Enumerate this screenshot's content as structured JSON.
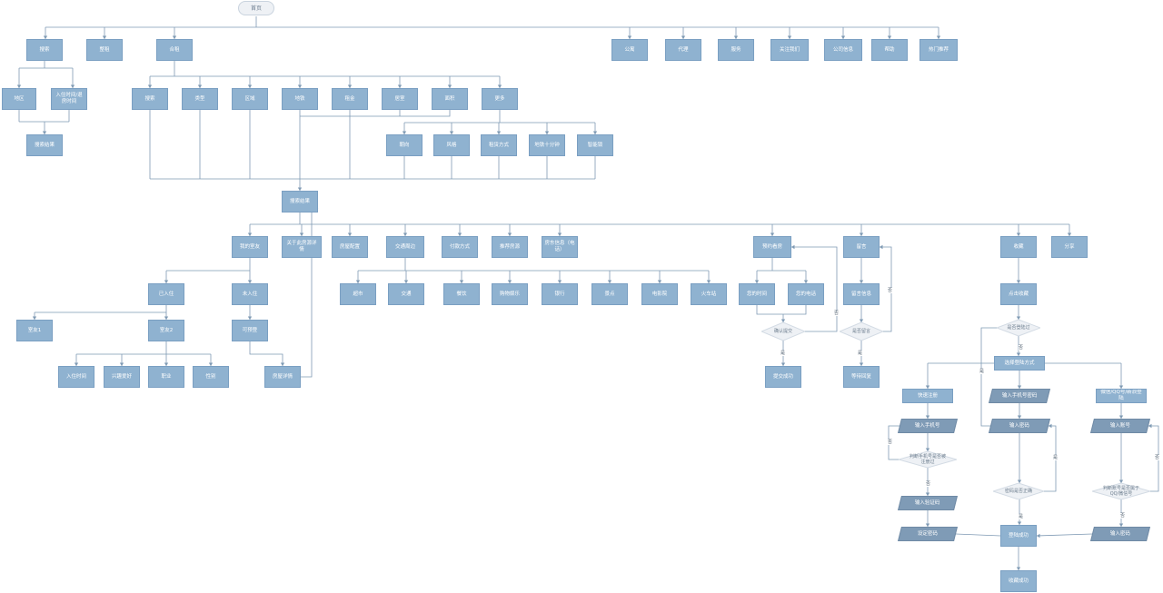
{
  "diagram": {
    "colors": {
      "node": "#8fb2d0",
      "node_dark": "#7f9bb6",
      "line": "#7f9ab4",
      "decision": "#eef1f5"
    },
    "nodes": [
      {
        "id": "home",
        "label": "首页",
        "kind": "home"
      },
      {
        "id": "search",
        "label": "搜索"
      },
      {
        "id": "rent",
        "label": "整租"
      },
      {
        "id": "share",
        "label": "合租"
      },
      {
        "id": "apartment",
        "label": "公寓"
      },
      {
        "id": "agent",
        "label": "代理"
      },
      {
        "id": "service",
        "label": "服务"
      },
      {
        "id": "about",
        "label": "关注我们"
      },
      {
        "id": "company",
        "label": "公司信息"
      },
      {
        "id": "help",
        "label": "帮助"
      },
      {
        "id": "hot",
        "label": "热门推荐"
      },
      {
        "id": "area",
        "label": "地区"
      },
      {
        "id": "date",
        "label": "入住时间/退房时间"
      },
      {
        "id": "sresult1",
        "label": "搜索结果"
      },
      {
        "id": "f1",
        "label": "搜索"
      },
      {
        "id": "f2",
        "label": "类型"
      },
      {
        "id": "f3",
        "label": "区域"
      },
      {
        "id": "f4",
        "label": "地铁"
      },
      {
        "id": "f5",
        "label": "租金"
      },
      {
        "id": "f6",
        "label": "居室"
      },
      {
        "id": "f7",
        "label": "面积"
      },
      {
        "id": "f8",
        "label": "更多"
      },
      {
        "id": "m1",
        "label": "朝向"
      },
      {
        "id": "m2",
        "label": "风格"
      },
      {
        "id": "m3",
        "label": "租赁方式"
      },
      {
        "id": "m4",
        "label": "地铁十分钟"
      },
      {
        "id": "m5",
        "label": "智能锁"
      },
      {
        "id": "result",
        "label": "搜索结果"
      },
      {
        "id": "roommate",
        "label": "我的室友"
      },
      {
        "id": "detail",
        "label": "关于此房源详情"
      },
      {
        "id": "facility",
        "label": "房屋配置"
      },
      {
        "id": "traffic",
        "label": "交通周边"
      },
      {
        "id": "pay",
        "label": "付款方式"
      },
      {
        "id": "rec",
        "label": "推荐房源"
      },
      {
        "id": "landlord",
        "label": "房东信息（电话）"
      },
      {
        "id": "book",
        "label": "预约看房"
      },
      {
        "id": "msg",
        "label": "留言"
      },
      {
        "id": "fav",
        "label": "收藏"
      },
      {
        "id": "shareout",
        "label": "分享"
      },
      {
        "id": "moved",
        "label": "已入住"
      },
      {
        "id": "notmoved",
        "label": "未入住"
      },
      {
        "id": "r1",
        "label": "室友1"
      },
      {
        "id": "r2",
        "label": "室友2"
      },
      {
        "id": "p1",
        "label": "入住时间"
      },
      {
        "id": "p2",
        "label": "兴趣爱好"
      },
      {
        "id": "p3",
        "label": "职业"
      },
      {
        "id": "p4",
        "label": "性别"
      },
      {
        "id": "avail",
        "label": "可预登"
      },
      {
        "id": "hdetail",
        "label": "房屋详情"
      },
      {
        "id": "t1",
        "label": "超市"
      },
      {
        "id": "t2",
        "label": "交通"
      },
      {
        "id": "t3",
        "label": "餐饮"
      },
      {
        "id": "t4",
        "label": "购物娱乐"
      },
      {
        "id": "t5",
        "label": "银行"
      },
      {
        "id": "t6",
        "label": "景点"
      },
      {
        "id": "t7",
        "label": "电影院"
      },
      {
        "id": "t8",
        "label": "火车站"
      },
      {
        "id": "mytime",
        "label": "您的时间"
      },
      {
        "id": "myphone",
        "label": "您的电话"
      },
      {
        "id": "bsubmit",
        "label": "提交成功"
      },
      {
        "id": "msginfo",
        "label": "留言信息"
      },
      {
        "id": "msgsent",
        "label": "等待回复"
      },
      {
        "id": "clickfav",
        "label": "点击收藏"
      },
      {
        "id": "loginway",
        "label": "选择登陆方式"
      },
      {
        "id": "quickreg",
        "label": "快速注册"
      },
      {
        "id": "inphone1",
        "label": "输入手机号",
        "kind": "para"
      },
      {
        "id": "inphone2",
        "label": "输入手机号密码",
        "kind": "para"
      },
      {
        "id": "wechat",
        "label": "微信/QQ号/新浪登陆"
      },
      {
        "id": "inpwd1",
        "label": "输入密码",
        "kind": "para"
      },
      {
        "id": "inacct",
        "label": "输入账号",
        "kind": "para"
      },
      {
        "id": "incode",
        "label": "输入验证码",
        "kind": "para"
      },
      {
        "id": "setpwd",
        "label": "设定密码",
        "kind": "para"
      },
      {
        "id": "inpwd2",
        "label": "输入密码",
        "kind": "para"
      },
      {
        "id": "loginok",
        "label": "登陆成功"
      },
      {
        "id": "favok",
        "label": "收藏成功"
      }
    ],
    "decisions": [
      {
        "id": "d_confirm",
        "label": "确认提交"
      },
      {
        "id": "d_msg",
        "label": "是否留言"
      },
      {
        "id": "d_login",
        "label": "是否登陆过"
      },
      {
        "id": "d_phone",
        "label": "判断手机号是否被注册过"
      },
      {
        "id": "d_pwd",
        "label": "密码是否正确"
      },
      {
        "id": "d_acct",
        "label": "判断账号是否属于QQ/微信号"
      }
    ],
    "edge_labels": [
      {
        "id": "e1",
        "text": "否"
      },
      {
        "id": "e2",
        "text": "是"
      },
      {
        "id": "e3",
        "text": "否"
      },
      {
        "id": "e4",
        "text": "是"
      },
      {
        "id": "e5",
        "text": "否"
      },
      {
        "id": "e6",
        "text": "是"
      },
      {
        "id": "e7",
        "text": "否"
      },
      {
        "id": "e8",
        "text": "否"
      },
      {
        "id": "e9",
        "text": "是"
      },
      {
        "id": "e10",
        "text": "否"
      },
      {
        "id": "e11",
        "text": "否"
      },
      {
        "id": "e12",
        "text": "是"
      }
    ]
  }
}
